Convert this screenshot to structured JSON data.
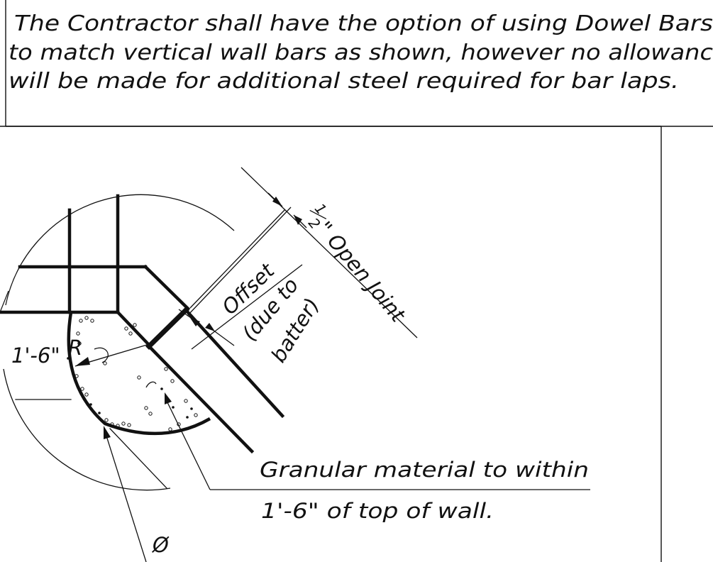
{
  "note": {
    "line_1": "The Contractor shall have the option of using Dowel Bars",
    "line_2": "to match vertical wall bars as shown, however no allowanc",
    "line_3": "will be made for additional steel required for bar laps."
  },
  "labels": {
    "open_joint_numerator": "1",
    "open_joint_denominator": "2",
    "open_joint_text": "\" Open Joint",
    "offset": "Offset",
    "due_to": "(due to",
    "batter": "batter)",
    "radius_value": "1'-6\"",
    "radius_symbol": "R",
    "granular_line_1": "Granular material to within",
    "granular_line_2": "1'-6\" of top of wall.",
    "diameter_symbol": "Ø"
  }
}
